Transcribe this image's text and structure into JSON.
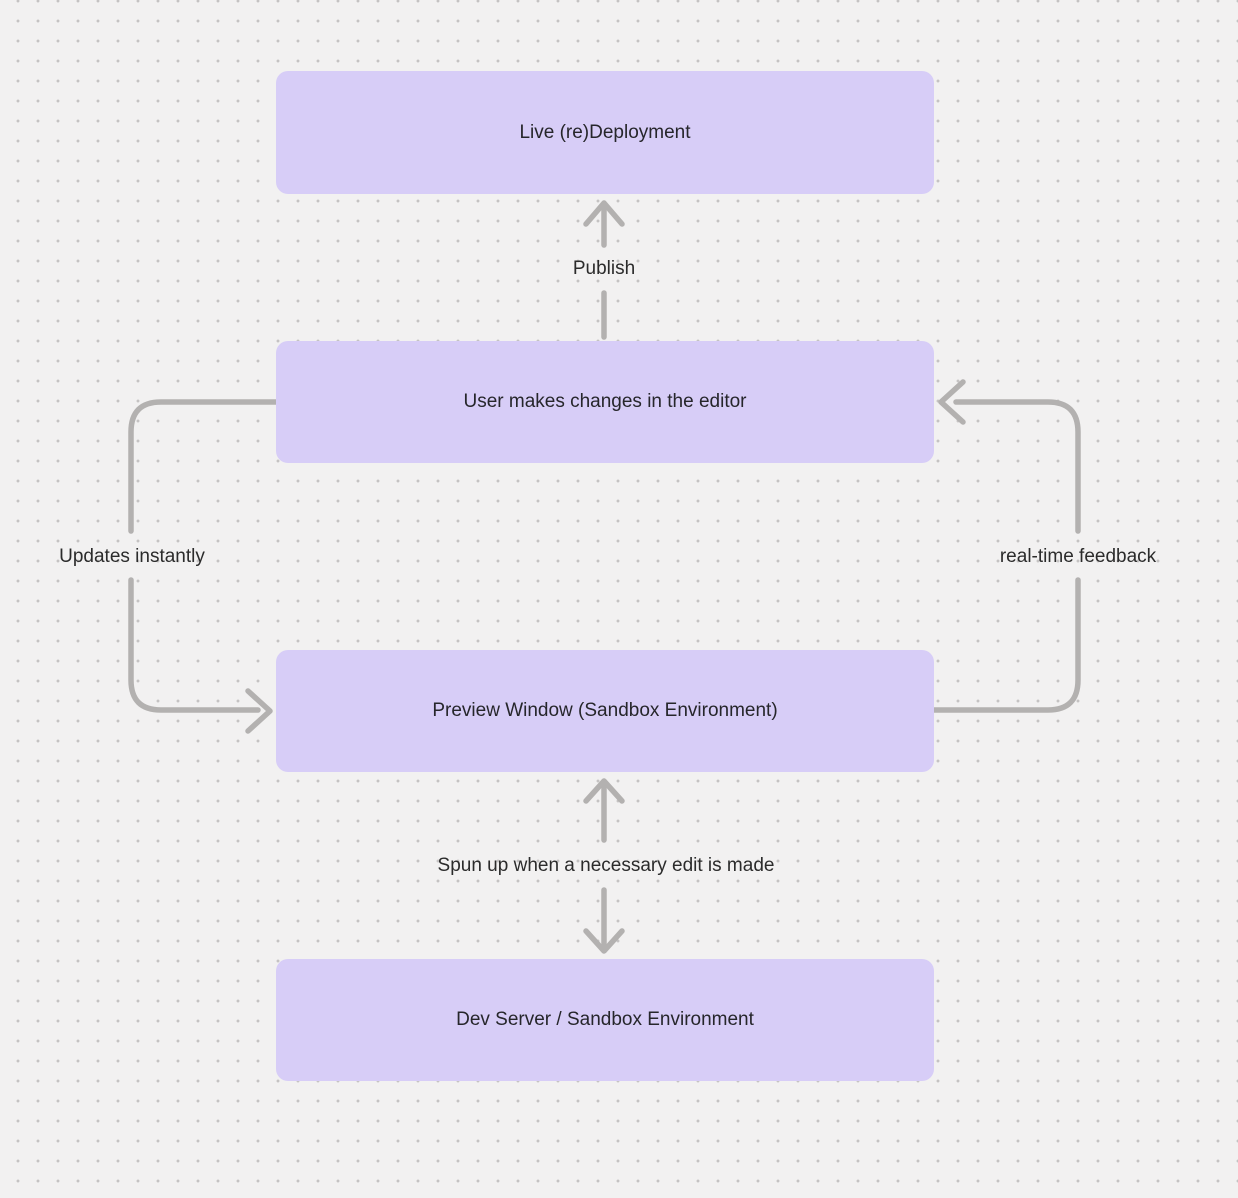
{
  "colors": {
    "background": "#f2f1f1",
    "grid_dot": "#c5c3c3",
    "node_fill": "#d7cdf7",
    "arrow": "#b3b1b0",
    "text": "#2b2b2b"
  },
  "diagram": {
    "nodes": [
      {
        "label": "Live (re)Deployment"
      },
      {
        "label": "User makes changes in the editor"
      },
      {
        "label": "Preview Window (Sandbox Environment)"
      },
      {
        "label": "Dev Server / Sandbox Environment"
      }
    ],
    "edge_labels": [
      {
        "label": "Publish"
      },
      {
        "label": "Updates instantly"
      },
      {
        "label": "real-time feedback"
      },
      {
        "label": "Spun up when a necessary edit is made"
      }
    ]
  }
}
